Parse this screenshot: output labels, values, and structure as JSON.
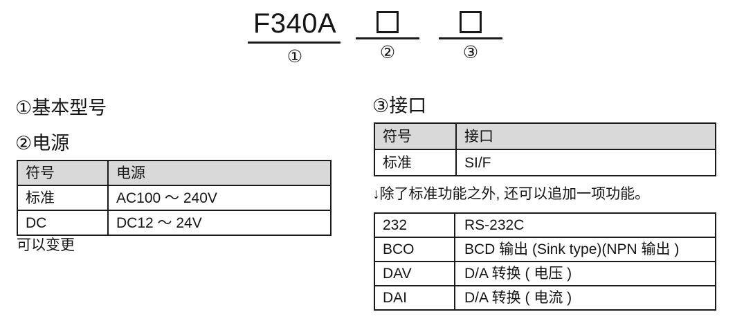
{
  "model_code": {
    "groups": [
      {
        "type": "text",
        "value": "F340A",
        "marker": "①"
      },
      {
        "type": "box",
        "value": "",
        "marker": "②"
      },
      {
        "type": "box",
        "value": "",
        "marker": "③"
      }
    ]
  },
  "sections": {
    "basic_model": {
      "heading": "①基本型号"
    },
    "power": {
      "heading": "②电源",
      "columns": [
        "符号",
        "电源"
      ],
      "rows": [
        [
          "标准",
          "AC100 ～ 240V"
        ],
        [
          "DC",
          "DC12 ～ 24V"
        ]
      ],
      "footnote": "可以变更"
    },
    "interface": {
      "heading": "③接口",
      "columns": [
        "符号",
        "接口"
      ],
      "rows": [
        [
          "标准",
          "SI/F"
        ]
      ],
      "note": "↓除了标准功能之外, 还可以追加一项功能。",
      "options": [
        [
          "232",
          "RS-232C"
        ],
        [
          "BCO",
          "BCD 输出 (Sink type)(NPN 输出 )"
        ],
        [
          "DAV",
          "D/A 转换 ( 电压 )"
        ],
        [
          "DAI",
          "D/A 转换 ( 电流 )"
        ]
      ]
    }
  },
  "colors": {
    "ink": "#141414",
    "rule": "#1a1a1a",
    "header_fill": "#d9d9d9"
  }
}
